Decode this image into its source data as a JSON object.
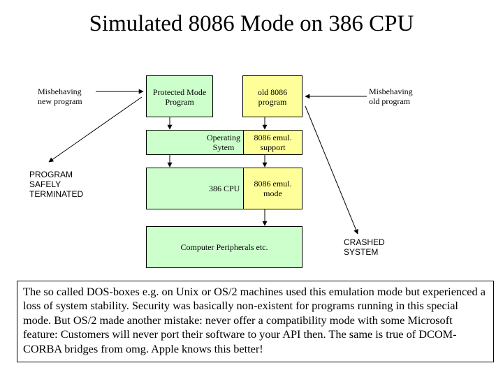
{
  "title": "Simulated 8086 Mode on 386 CPU",
  "labels": {
    "misbehaving_new": [
      "Misbehaving",
      "new program"
    ],
    "misbehaving_old": [
      "Misbehaving",
      "old program"
    ],
    "terminated": [
      "PROGRAM",
      "SAFELY",
      "TERMINATED"
    ],
    "crashed": [
      "CRASHED",
      "SYSTEM"
    ]
  },
  "boxes": {
    "protected_mode": [
      "Protected Mode",
      "Program"
    ],
    "old_8086": [
      "old  8086",
      "program"
    ],
    "operating_system": [
      "Operating",
      "Sytem"
    ],
    "emul_support": [
      "8086 emul.",
      "support"
    ],
    "cpu386": "386 CPU",
    "emul_mode": [
      "8086 emul.",
      "mode"
    ],
    "peripherals": "Computer Peripherals etc."
  },
  "colors": {
    "green": "#ccffcc",
    "yellow": "#ffff99"
  },
  "note": "The so called DOS-boxes e.g. on Unix or OS/2 machines used this emulation mode but experienced a loss of system stability. Security was basically non-existent for programs running in this special mode. But OS/2 made another mistake: never offer a compatibility mode with some Microsoft feature: Customers will never port their software to your API then. The same is true of DCOM-CORBA bridges from omg. Apple knows this better!"
}
